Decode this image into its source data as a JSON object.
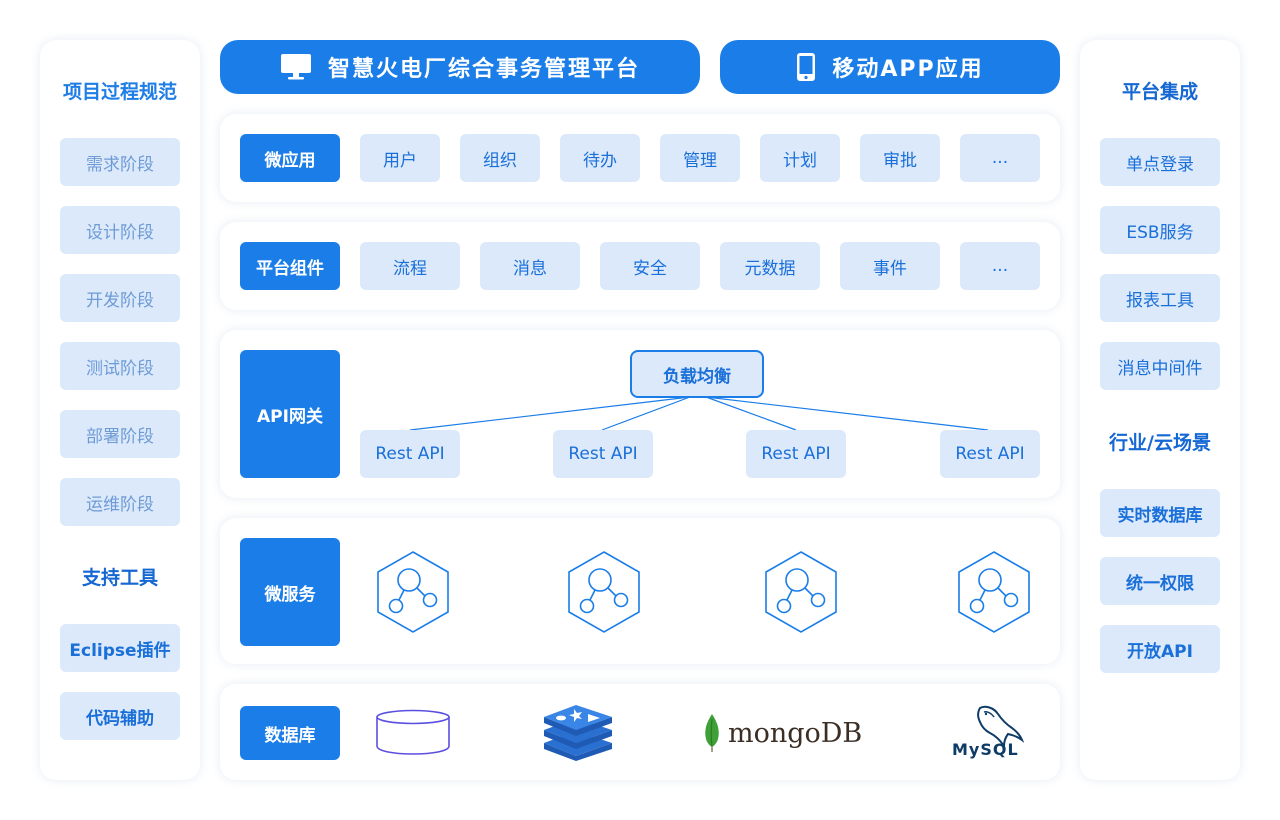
{
  "left_panel": {
    "title": "项目过程规范",
    "stages": [
      "需求阶段",
      "设计阶段",
      "开发阶段",
      "测试阶段",
      "部署阶段",
      "运维阶段"
    ],
    "tools_title": "支持工具",
    "tools": [
      "Eclipse插件",
      "代码辅助"
    ]
  },
  "right_panel": {
    "title": "平台集成",
    "items": [
      "单点登录",
      "ESB服务",
      "报表工具",
      "消息中间件"
    ],
    "scene_title": "行业/云场景",
    "scene_items": [
      "实时数据库",
      "统一权限",
      "开放API"
    ]
  },
  "top": {
    "platform": "智慧火电厂综合事务管理平台",
    "mobile": "移动APP应用"
  },
  "rows": {
    "micro_app": {
      "label": "微应用",
      "items": [
        "用户",
        "组织",
        "待办",
        "管理",
        "计划",
        "审批",
        "..."
      ]
    },
    "platform_components": {
      "label": "平台组件",
      "items": [
        "流程",
        "消息",
        "安全",
        "元数据",
        "事件",
        "..."
      ]
    },
    "api_gateway": {
      "label": "API网关",
      "load_balancer": "负载均衡",
      "endpoints": [
        "Rest API",
        "Rest API",
        "Rest API",
        "Rest API"
      ]
    },
    "microservices": {
      "label": "微服务",
      "icon": "hexagon-service-icon"
    },
    "database": {
      "label": "数据库",
      "mongodb": "mongoDB",
      "mysql": "MySQL",
      "icons": [
        "database-cylinder-icon",
        "redis-icon",
        "mongodb-logo",
        "mysql-logo"
      ]
    }
  },
  "colors": {
    "primary": "#1a7de8",
    "chip": "#dbe9fb",
    "faint_text": "#6e9bd6"
  }
}
